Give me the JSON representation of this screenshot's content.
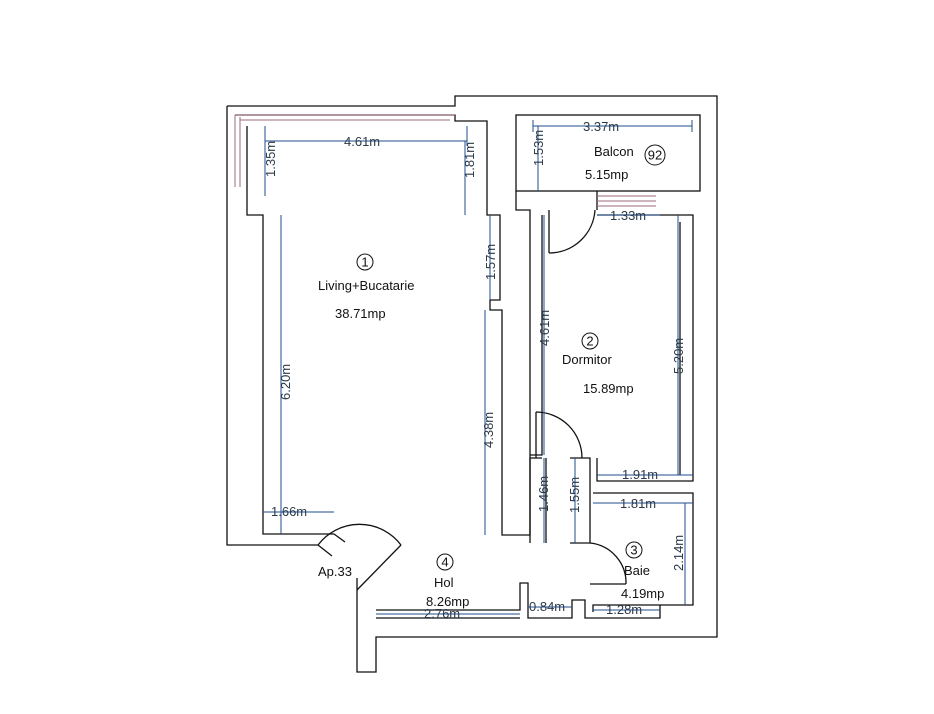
{
  "rooms": {
    "living": {
      "number": "1",
      "name": "Living+Bucatarie",
      "area": "38.71mp"
    },
    "dormitor": {
      "number": "2",
      "name": "Dormitor",
      "area": "15.89mp"
    },
    "baie": {
      "number": "3",
      "name": "Baie",
      "area": "4.19mp"
    },
    "hol": {
      "number": "4",
      "name": "Hol",
      "area": "8.26mp"
    },
    "balcon": {
      "number": "92",
      "name": "Balcon",
      "area": "5.15mp"
    }
  },
  "entrance_label": "Ap.33",
  "dimensions": {
    "living_width_top": "4.61m",
    "living_corner_left": "1.35m",
    "living_right_top": "1.81m",
    "living_right_mid": "1.57m",
    "living_right_low": "4.38m",
    "living_left_height": "6.20m",
    "living_bottom_left": "1.66m",
    "balcon_width": "3.37m",
    "balcon_depth": "1.53m",
    "dormitor_top": "1.33m",
    "dormitor_left": "4.61m",
    "dormitor_right": "5.20m",
    "dormitor_bottom": "1.91m",
    "hol_left_upper": "1.46m",
    "hol_right_upper": "1.55m",
    "baie_top": "1.81m",
    "baie_right": "2.14m",
    "baie_bottom": "1.28m",
    "hol_bottom_short": "0.84m",
    "hol_bottom_long": "2.76m"
  }
}
